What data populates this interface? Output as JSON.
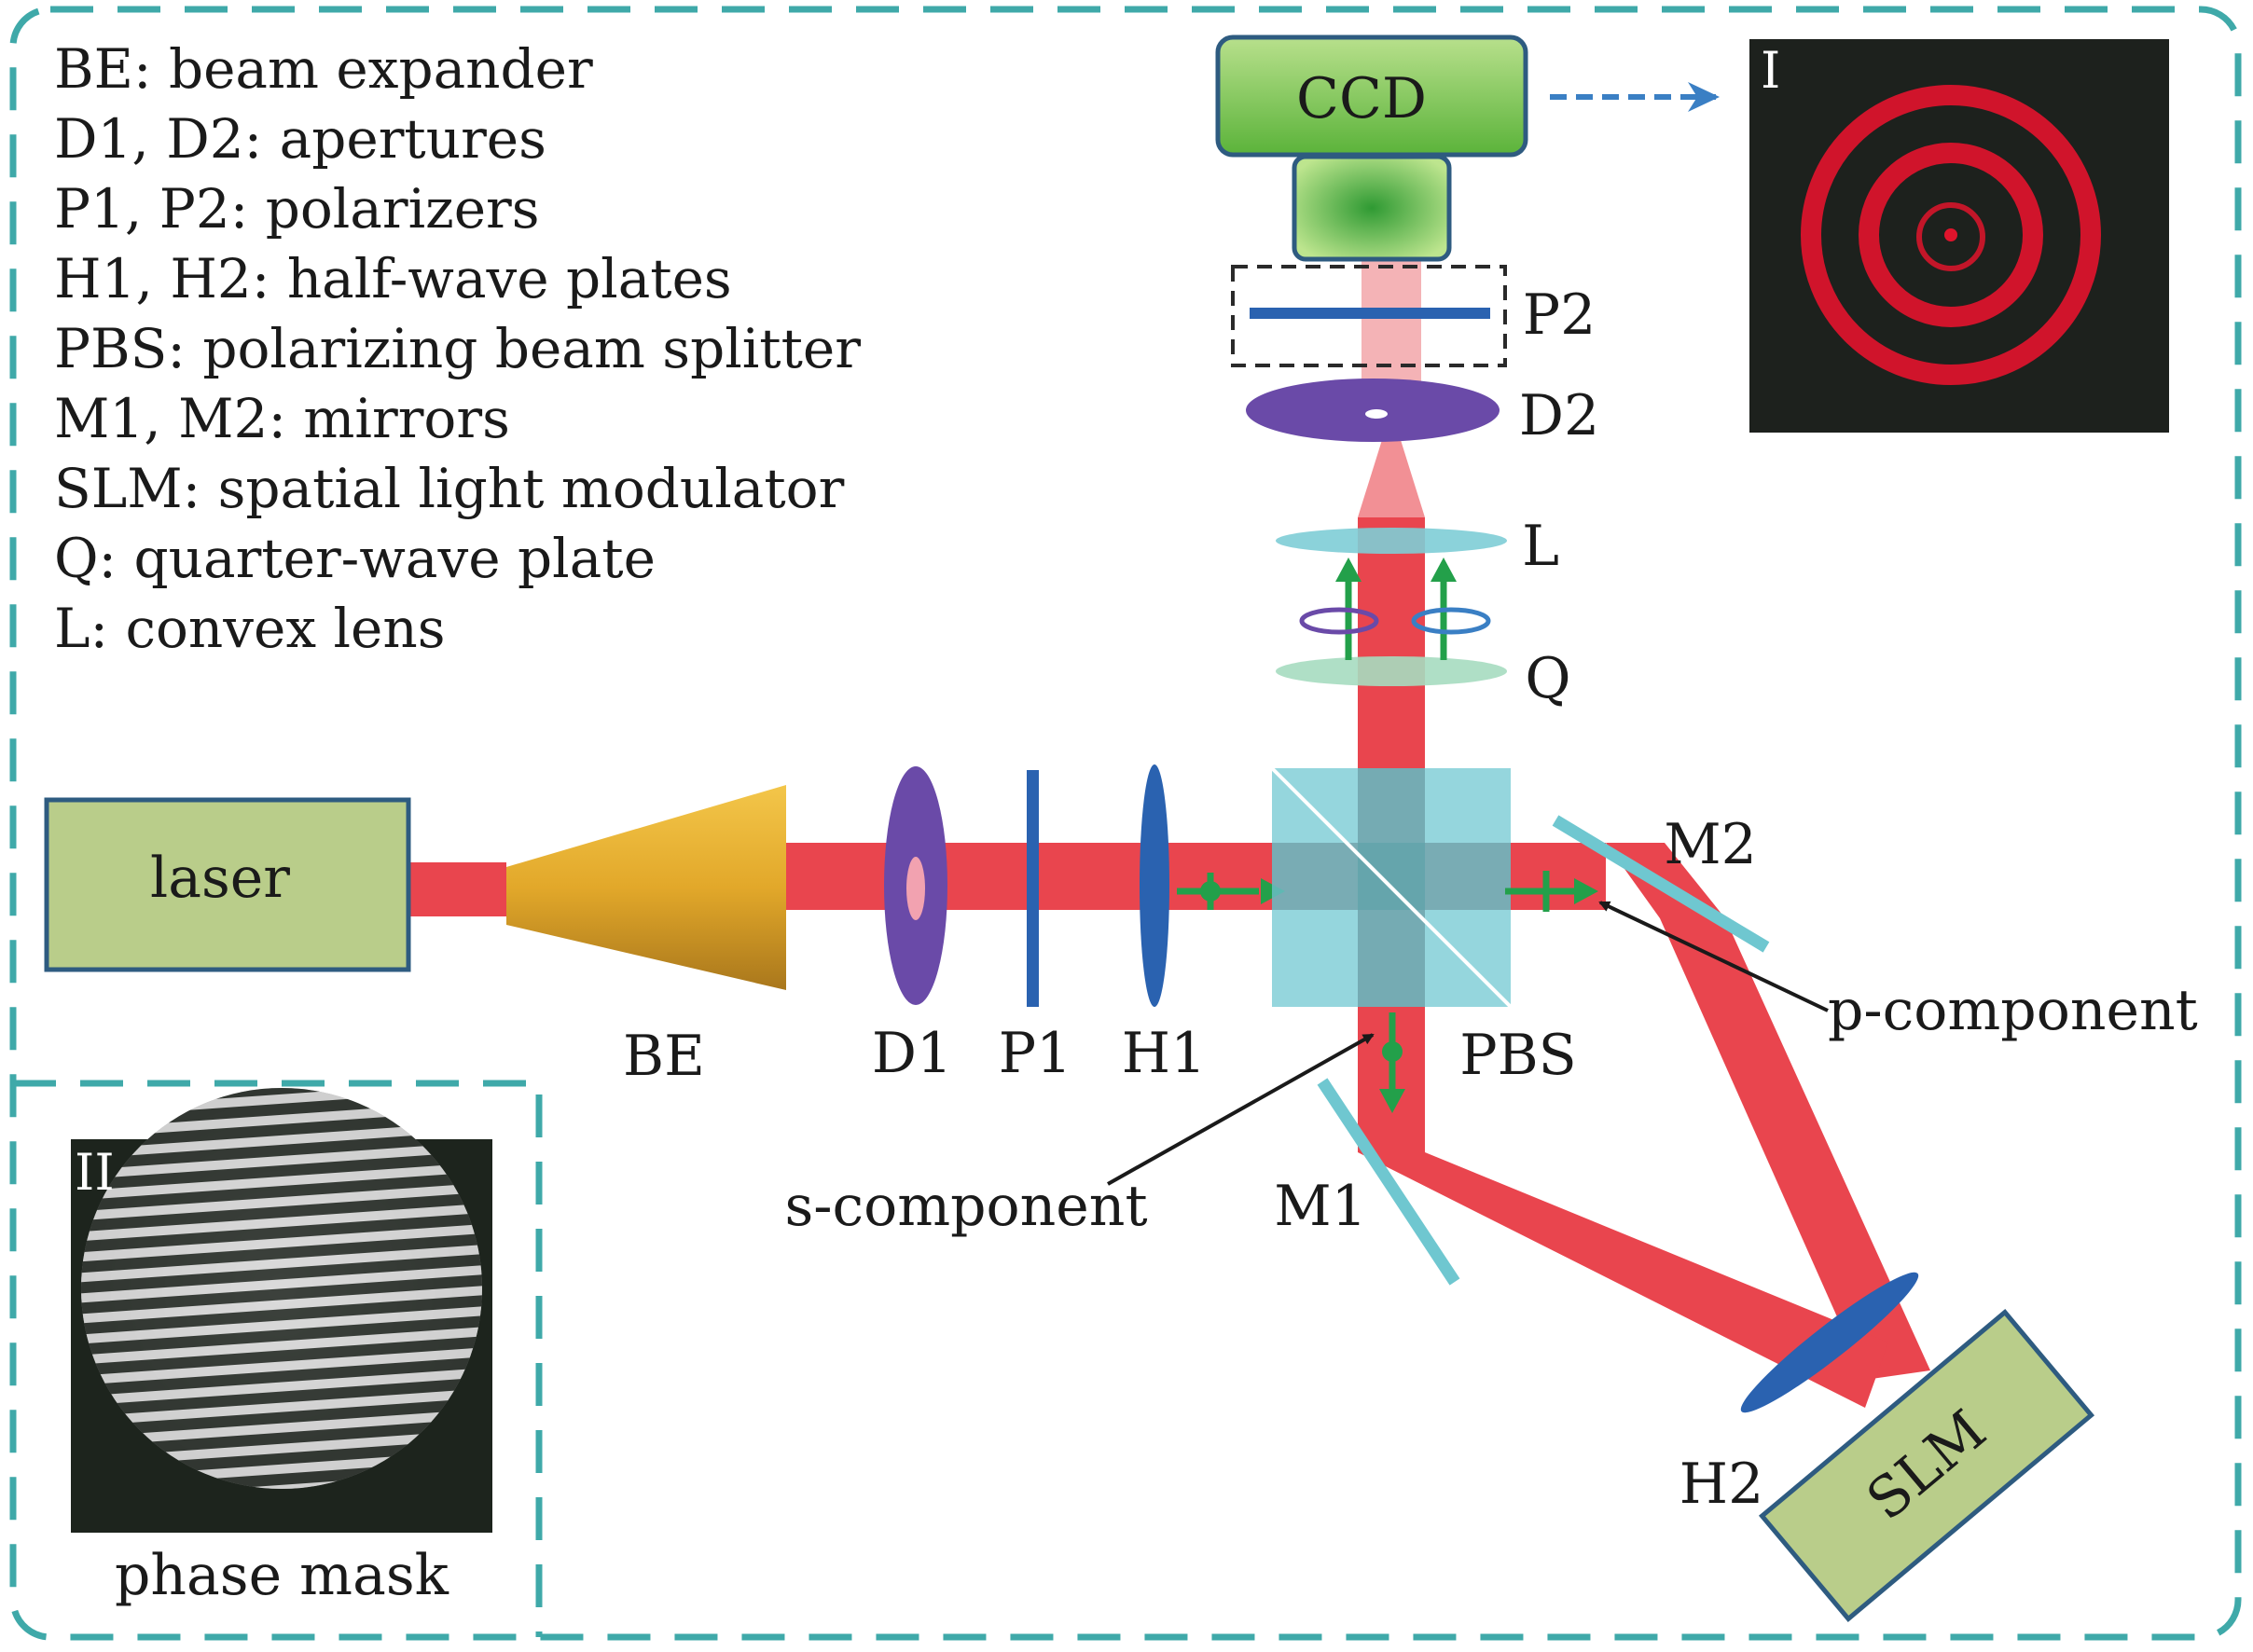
{
  "legend": [
    "BE: beam expander",
    "D1, D2: apertures",
    "P1, P2: polarizers",
    "H1, H2: half-wave plates",
    "PBS: polarizing beam splitter",
    "M1, M2: mirrors",
    "SLM: spatial light modulator",
    "Q: quarter-wave plate",
    "L: convex lens"
  ],
  "components": {
    "laser": "laser",
    "be": "BE",
    "d1": "D1",
    "p1": "P1",
    "h1": "H1",
    "pbs": "PBS",
    "m1": "M1",
    "m2": "M2",
    "h2": "H2",
    "slm": "SLM",
    "q": "Q",
    "l": "L",
    "d2": "D2",
    "p2": "P2",
    "ccd": "CCD"
  },
  "annotations": {
    "p_component": "p-component",
    "s_component": "s-component"
  },
  "insets": {
    "ring_label": "I",
    "mask_label": "II",
    "mask_caption": "phase mask"
  },
  "colors": {
    "frame_dash": "#3fa9a9",
    "beam": "#e8353f",
    "pbs_cube": "#7ecdd6",
    "laser_box": "#b9cd8a",
    "slm_box": "#b9cd8a",
    "be_gold": "#e0a82a",
    "aperture_purple": "#6a4aa8",
    "plate_blue": "#2a62b0",
    "mirror_cyan": "#6fc7d0",
    "arrow_green": "#23a04a",
    "ccd_green": "#7ac257",
    "ring_red": "#e0142c"
  }
}
